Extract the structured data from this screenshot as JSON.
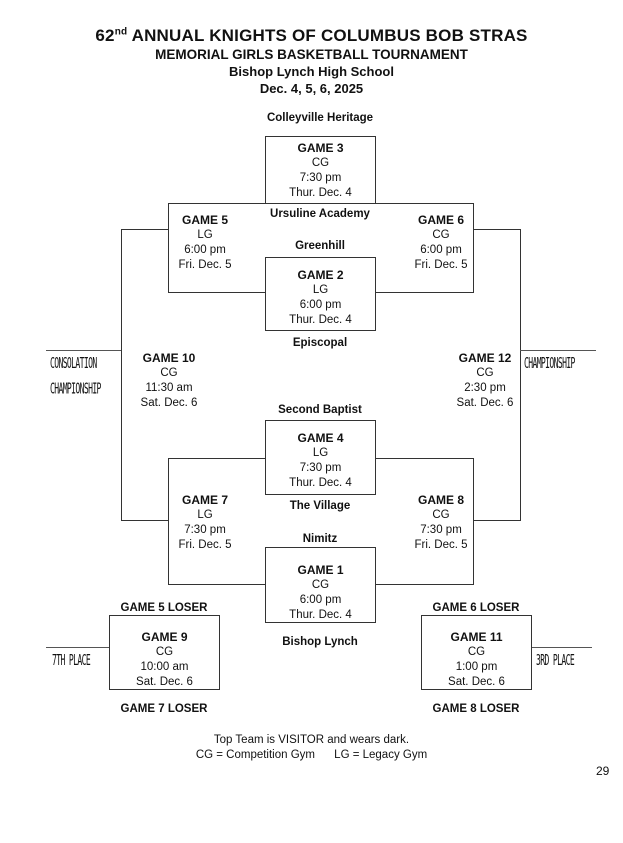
{
  "header": {
    "title_num": "62",
    "title_sup": "nd",
    "title_rest": " ANNUAL KNIGHTS OF COLUMBUS BOB STRAS",
    "subtitle": "MEMORIAL GIRLS BASKETBALL TOURNAMENT",
    "venue": "Bishop Lynch High School",
    "dates": "Dec. 4, 5, 6, 2025"
  },
  "teams": {
    "colleyville": "Colleyville Heritage",
    "ursuline": "Ursuline Academy",
    "greenhill": "Greenhill",
    "episcopal": "Episcopal",
    "second_baptist": "Second Baptist",
    "the_village": "The Village",
    "nimitz": "Nimitz",
    "bishop_lynch": "Bishop Lynch"
  },
  "games": {
    "g3": {
      "name": "GAME 3",
      "gym": "CG",
      "time": "7:30 pm",
      "day": "Thur. Dec. 4"
    },
    "g2": {
      "name": "GAME 2",
      "gym": "LG",
      "time": "6:00 pm",
      "day": "Thur. Dec. 4"
    },
    "g4": {
      "name": "GAME 4",
      "gym": "LG",
      "time": "7:30 pm",
      "day": "Thur. Dec. 4"
    },
    "g1": {
      "name": "GAME 1",
      "gym": "CG",
      "time": "6:00 pm",
      "day": "Thur. Dec. 4"
    },
    "g5": {
      "name": "GAME 5",
      "gym": "LG",
      "time": "6:00 pm",
      "day": "Fri. Dec. 5"
    },
    "g6": {
      "name": "GAME 6",
      "gym": "CG",
      "time": "6:00 pm",
      "day": "Fri. Dec. 5"
    },
    "g7": {
      "name": "GAME 7",
      "gym": "LG",
      "time": "7:30 pm",
      "day": "Fri. Dec. 5"
    },
    "g8": {
      "name": "GAME 8",
      "gym": "CG",
      "time": "7:30 pm",
      "day": "Fri. Dec. 5"
    },
    "g10": {
      "name": "GAME 10",
      "gym": "CG",
      "time": "11:30 am",
      "day": "Sat. Dec. 6"
    },
    "g12": {
      "name": "GAME 12",
      "gym": "CG",
      "time": "2:30 pm",
      "day": "Sat. Dec. 6"
    },
    "g9": {
      "name": "GAME 9",
      "gym": "CG",
      "time": "10:00 am",
      "day": "Sat. Dec. 6"
    },
    "g11": {
      "name": "GAME 11",
      "gym": "CG",
      "time": "1:00 pm",
      "day": "Sat. Dec. 6"
    }
  },
  "labels": {
    "consolation_1": "CONSOLATION",
    "consolation_2": "CHAMPIONSHIP",
    "championship": "CHAMPIONSHIP",
    "seventh": "7TH PLACE",
    "third": "3RD PLACE",
    "g5_loser": "GAME 5 LOSER",
    "g6_loser": "GAME 6 LOSER",
    "g7_loser": "GAME 7 LOSER",
    "g8_loser": "GAME 8 LOSER"
  },
  "notes": {
    "line1": "Top Team is VISITOR and wears dark.",
    "line2": "CG = Competition Gym      LG = Legacy Gym"
  },
  "page_number": "29"
}
